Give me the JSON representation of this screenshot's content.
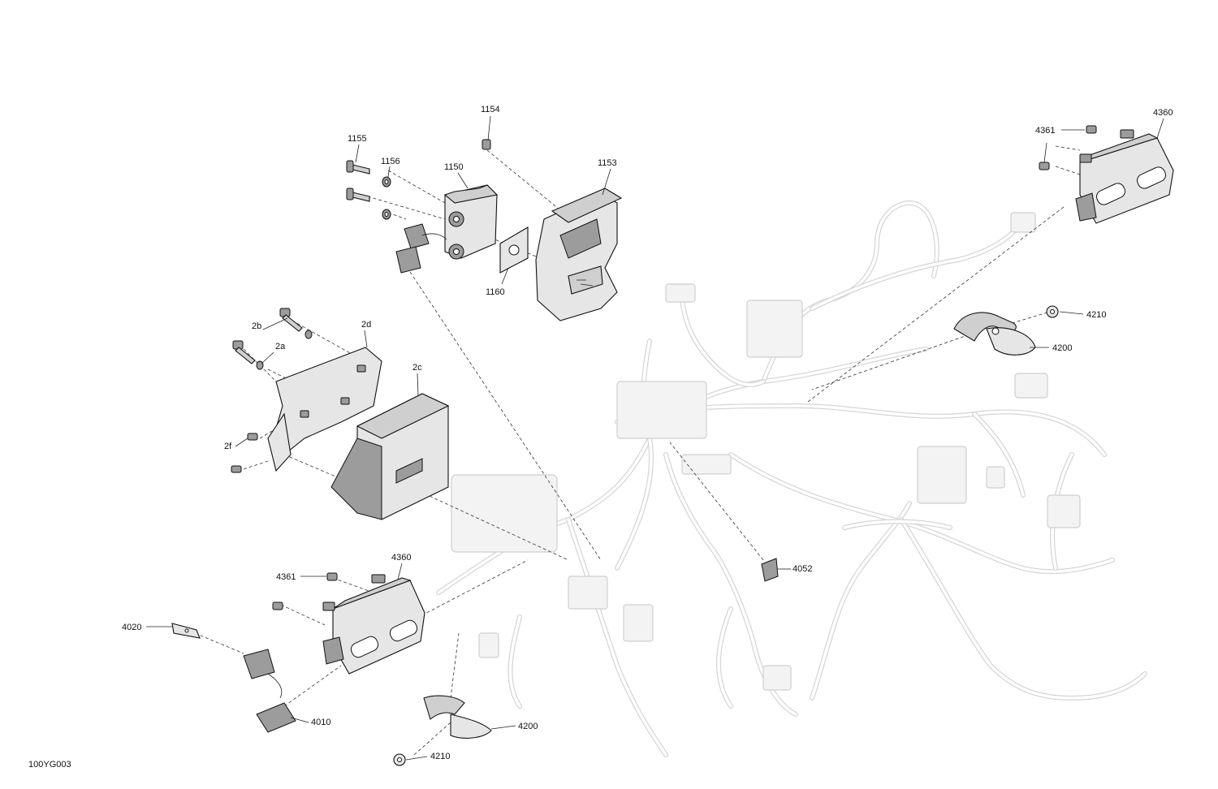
{
  "figure_code": "100YG003",
  "callouts": {
    "c1154": "1154",
    "c1155": "1155",
    "c1156": "1156",
    "c1150": "1150",
    "c1153": "1153",
    "c1160": "1160",
    "c4361_top": "4361",
    "c4360_top": "4360",
    "c4210_top": "4210",
    "c4200_top": "4200",
    "c2b": "2b",
    "c2d": "2d",
    "c2a": "2a",
    "c2c": "2c",
    "c2f": "2f",
    "c4052": "4052",
    "c4361_bot": "4361",
    "c4360_bot": "4360",
    "c4020": "4020",
    "c4010": "4010",
    "c4200_bot": "4200",
    "c4210_bot": "4210"
  },
  "colors": {
    "line": "#111111",
    "part_fill": "#cfcfcf",
    "harness": "#d4d4d4"
  }
}
